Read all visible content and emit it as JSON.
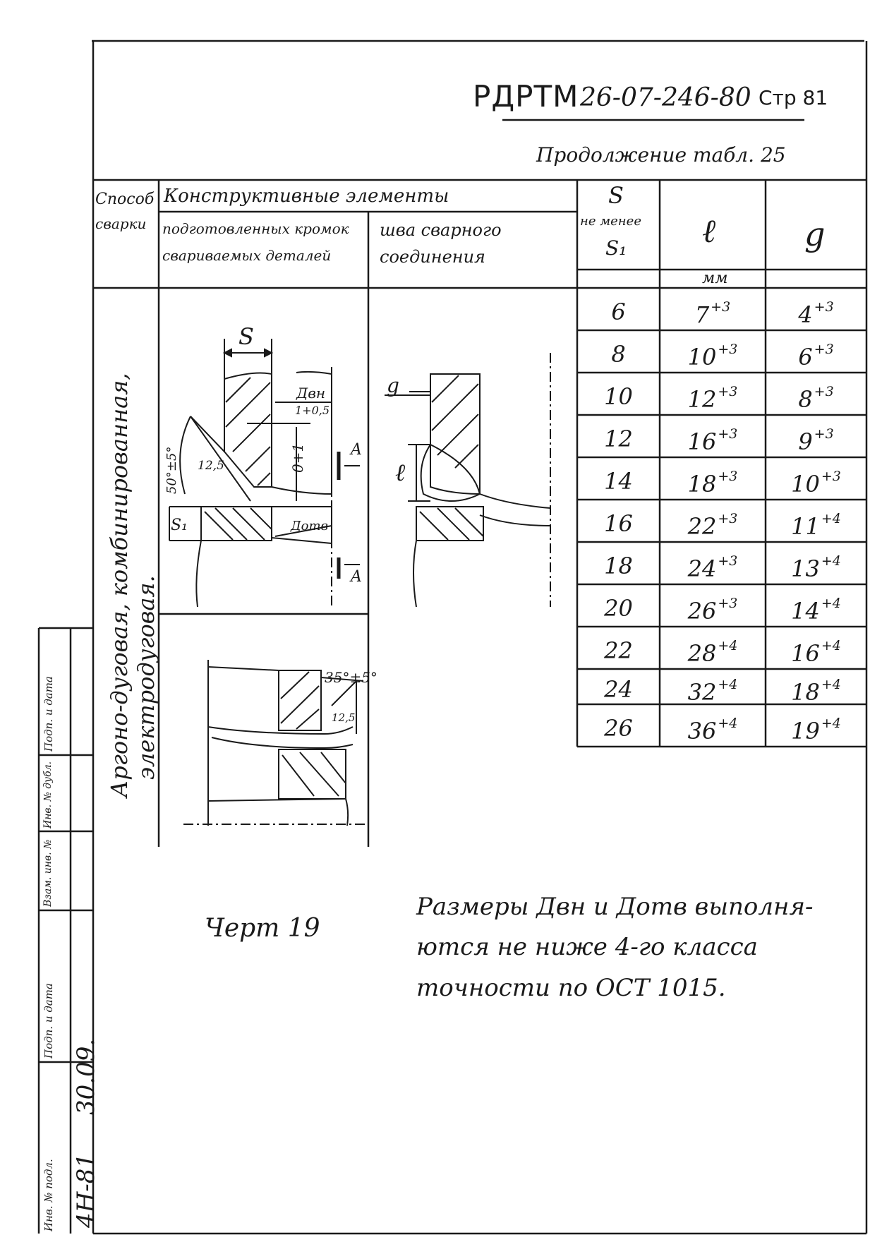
{
  "header": {
    "doc_code": "РДРТМ",
    "doc_number": "26-07-246-80",
    "page": "Стр 81",
    "continuation": "Продолжение табл. 25"
  },
  "table": {
    "col_method": [
      "Способ",
      "сварки"
    ],
    "col_elements": "Конструктивные элементы",
    "col_prepared": [
      "подготовленных кромок",
      "свариваемых деталей"
    ],
    "col_seam": [
      "шва сварного",
      "соединения"
    ],
    "col_s": [
      "S",
      "не менее",
      "S₁"
    ],
    "col_l": "ℓ",
    "col_g": "g",
    "unit": "мм",
    "method_text": [
      "Аргоно-дуговая, комбинированная,",
      "электродуговая."
    ],
    "rows": [
      {
        "s": "6",
        "l": "7",
        "l_tol": "+3",
        "g": "4",
        "g_tol": "+3"
      },
      {
        "s": "8",
        "l": "10",
        "l_tol": "+3",
        "g": "6",
        "g_tol": "+3"
      },
      {
        "s": "10",
        "l": "12",
        "l_tol": "+3",
        "g": "8",
        "g_tol": "+3"
      },
      {
        "s": "12",
        "l": "16",
        "l_tol": "+3",
        "g": "9",
        "g_tol": "+3"
      },
      {
        "s": "14",
        "l": "18",
        "l_tol": "+3",
        "g": "10",
        "g_tol": "+3"
      },
      {
        "s": "16",
        "l": "22",
        "l_tol": "+3",
        "g": "11",
        "g_tol": "+4"
      },
      {
        "s": "18",
        "l": "24",
        "l_tol": "+3",
        "g": "13",
        "g_tol": "+4"
      },
      {
        "s": "20",
        "l": "26",
        "l_tol": "+3",
        "g": "14",
        "g_tol": "+4"
      },
      {
        "s": "22",
        "l": "28",
        "l_tol": "+4",
        "g": "16",
        "g_tol": "+4"
      },
      {
        "s": "24",
        "l": "32",
        "l_tol": "+4",
        "g": "18",
        "g_tol": "+4"
      },
      {
        "s": "26",
        "l": "36",
        "l_tol": "+4",
        "g": "19",
        "g_tol": "+4"
      }
    ]
  },
  "drawing": {
    "dim_s": "S",
    "dim_dvn": "Двн",
    "dim_tol": "1+0,5",
    "dim_a": "A",
    "dim_angle": "50°±5°",
    "dim_12_5": "12,5",
    "dim_s1": "S₁",
    "dim_dotv": "Дотв",
    "dim_v": "0+1",
    "dim_g": "g",
    "dim_l": "ℓ",
    "dim_angle2": "35°±5°"
  },
  "caption": {
    "figure": "Черт 19",
    "note": [
      "Размеры Двн и Дотв выполня-",
      "ются не ниже 4-го класса",
      "точности по ОСТ 1015."
    ]
  },
  "side_stamp": {
    "labels": [
      "Инв. № подл.",
      "Подп. и дата",
      "Взам. инв. №",
      "Инв. № дубл.",
      "Подп. и дата"
    ],
    "values": [
      "4Н-81",
      "30.09.",
      "",
      "",
      ""
    ]
  }
}
